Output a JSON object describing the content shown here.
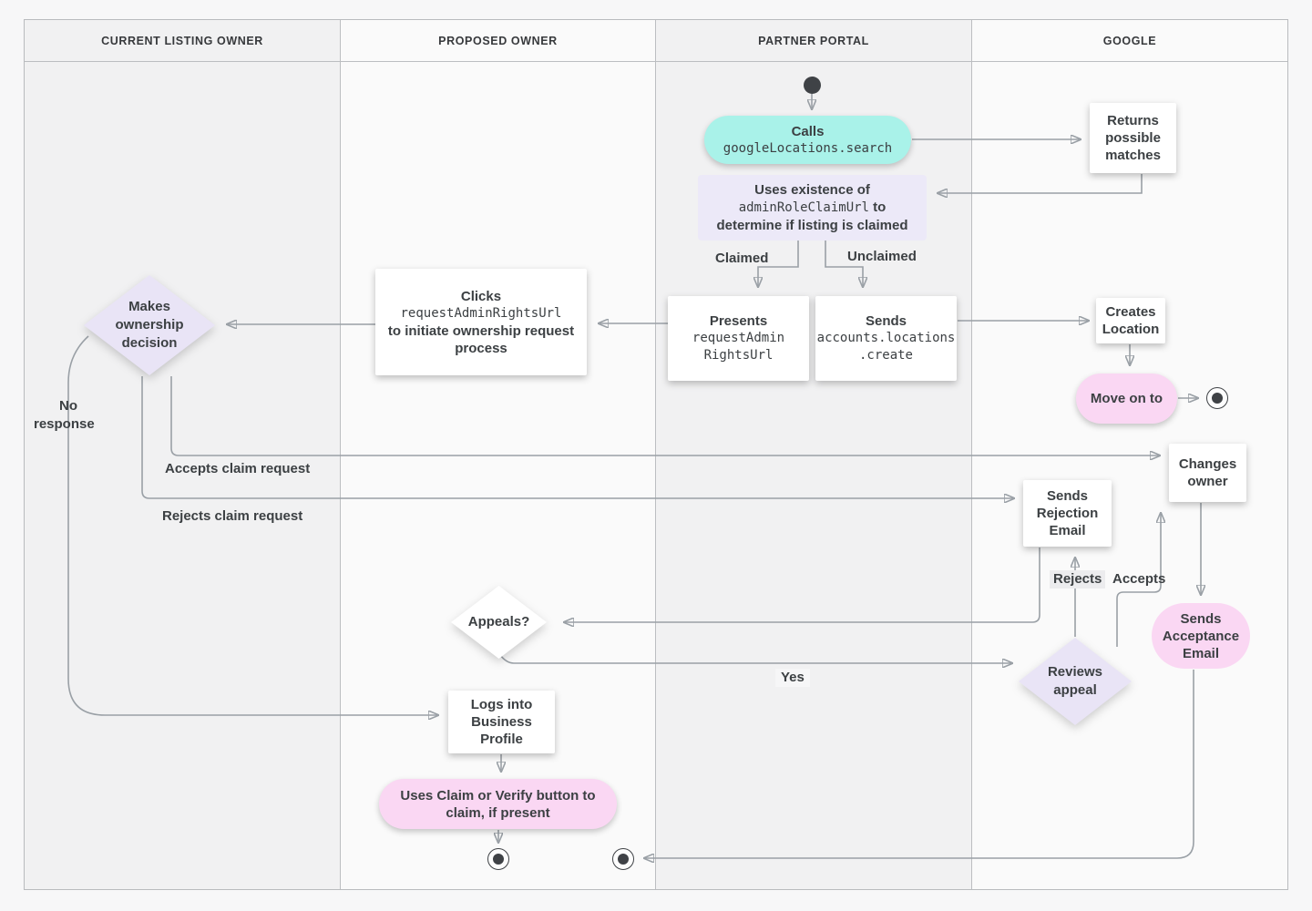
{
  "header": {
    "lanes": [
      "CURRENT LISTING OWNER",
      "PROPOSED OWNER",
      "PARTNER PORTAL",
      "GOOGLE"
    ]
  },
  "nodes": {
    "calls": {
      "title": "Calls",
      "code": "googleLocations.search"
    },
    "returns_possible_matches": {
      "text": "Returns possible matches"
    },
    "uses_existence": {
      "line1": "Uses existence of",
      "code": "adminRoleClaimUrl",
      "line2_suffix": " to",
      "line3": "determine if listing is claimed"
    },
    "presents": {
      "title": "Presents",
      "code": "requestAdmin RightsUrl"
    },
    "sends_create": {
      "title": "Sends",
      "code": "accounts.locations .create"
    },
    "creates_location": {
      "text": "Creates Location"
    },
    "move_on_to": {
      "text": "Move on to"
    },
    "clicks": {
      "title": "Clicks",
      "code": "requestAdminRightsUrl",
      "rest": "to initiate ownership request process"
    },
    "makes_decision": {
      "text": "Makes ownership decision"
    },
    "sends_rejection": {
      "text": "Sends Rejection Email"
    },
    "changes_owner": {
      "text": "Changes owner"
    },
    "sends_acceptance": {
      "text": "Sends Acceptance Email"
    },
    "appeals": {
      "text": "Appeals?"
    },
    "reviews_appeal": {
      "text": "Reviews appeal"
    },
    "logs_in": {
      "text": "Logs into Business Profile"
    },
    "uses_claim_verify": {
      "text": "Uses Claim or Verify button to claim, if present"
    }
  },
  "edge_labels": {
    "claimed": "Claimed",
    "unclaimed": "Unclaimed",
    "no_response_1": "No",
    "no_response_2": "response",
    "accepts_claim": "Accepts claim request",
    "rejects_claim": "Rejects claim request",
    "rejects": "Rejects",
    "accepts": "Accepts",
    "yes": "Yes"
  },
  "colors": {
    "teal": "#a9f2e9",
    "lavender_box": "#ece9f8",
    "purple_diamond": "#e9e4f6",
    "pink": "#fad7f3",
    "white_box": "#ffffff",
    "line": "#9aa0a6",
    "arrowhead": "#70767d",
    "text": "#3c4043",
    "lane_odd": "#f1f1f2",
    "lane_even": "#fafafa"
  }
}
